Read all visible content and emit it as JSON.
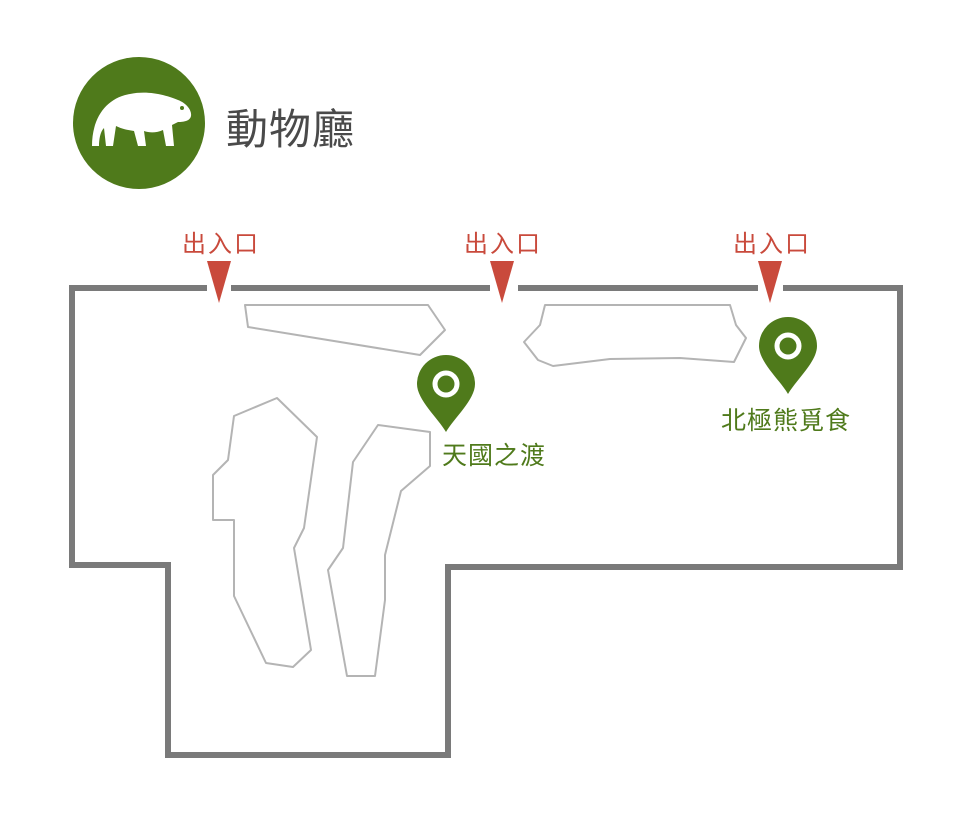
{
  "hall": {
    "name": "動物廳",
    "icon": "polar-bear-icon",
    "brand_color": "#4f7a1b"
  },
  "entrances": [
    {
      "label": "出入口"
    },
    {
      "label": "出入口"
    },
    {
      "label": "出入口"
    }
  ],
  "points_of_interest": [
    {
      "label": "天國之渡",
      "icon": "map-pin-icon"
    },
    {
      "label": "北極熊覓食",
      "icon": "map-pin-icon"
    }
  ],
  "colors": {
    "wall": "#7a7a7a",
    "exhibit_outline": "#b4b4b4",
    "entrance": "#c94a3c",
    "pin": "#4f7a1b"
  }
}
